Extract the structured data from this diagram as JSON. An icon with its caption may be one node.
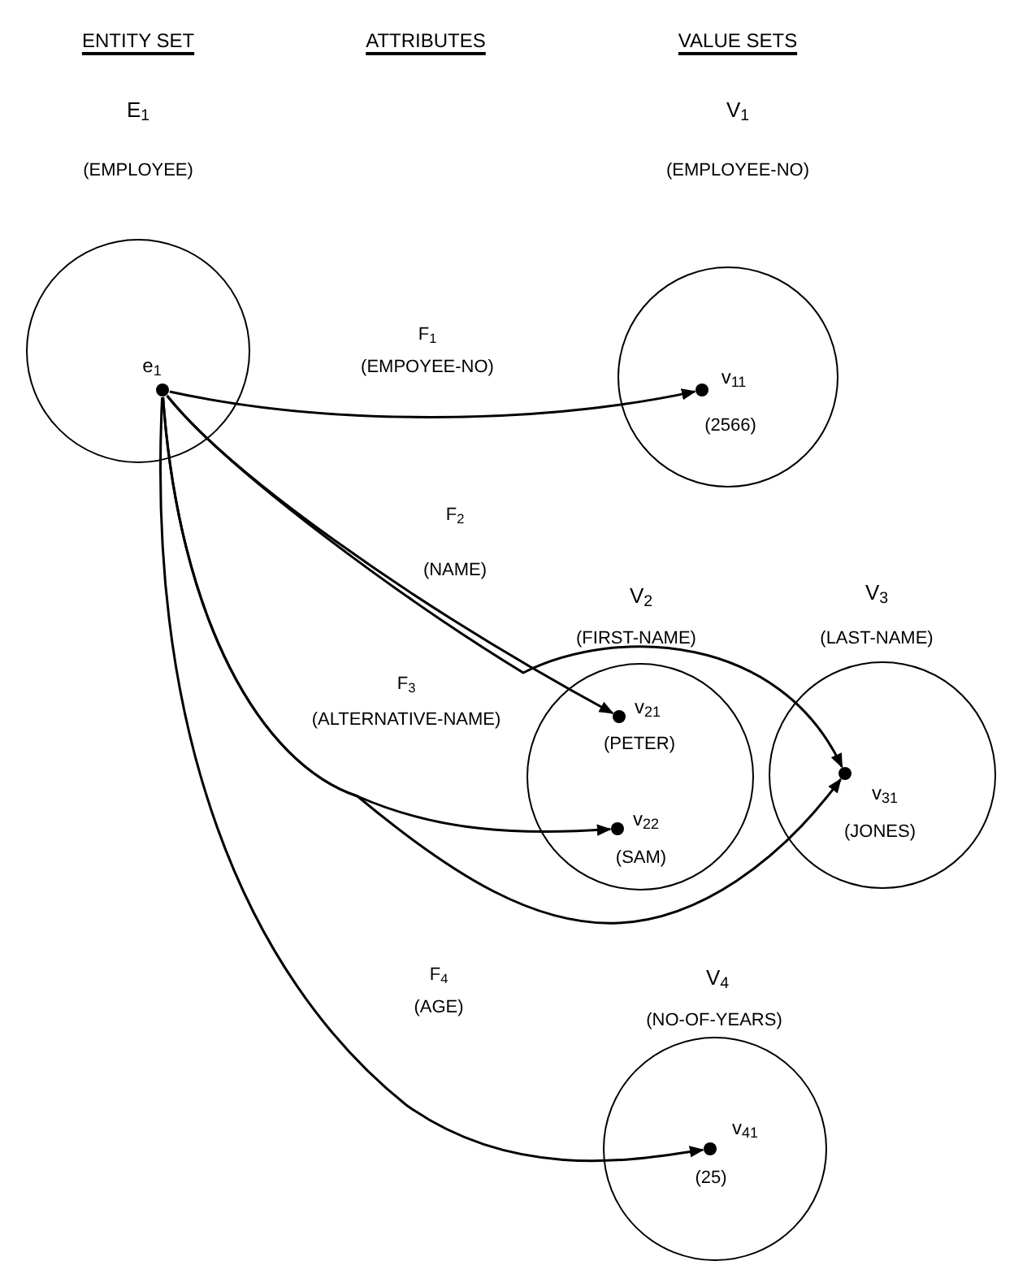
{
  "diagram": {
    "nodes": [
      {
        "text": [],
        "shape": "circle"
      },
      {
        "text": [],
        "shape": "circle"
      },
      {
        "text": [
          "V$_{2}$",
          "(FIRST-NAME)"
        ]
      },
      {
        "text": [
          "V$_{3}$",
          "(LAST-NAME)"
        ]
      },
      {
        "text": [
          "V$_{4}$",
          "(NO-OF-YEARS)"
        ]
      },
      {
        "text": [
          "e$_{1}$"
        ],
        "in": 0
      },
      {
        "text": [
          "v$_{11}$",
          "(2566)"
        ],
        "in": 1
      },
      {
        "text": [
          "v$_{21}$",
          "(PETER)"
        ],
        "in": 2
      },
      {
        "text": [
          "v$_{22}$",
          "(SAM)"
        ],
        "in": 2
      },
      {
        "text": [
          "v$_{31}$",
          "(JONES)"
        ],
        "in": 3
      },
      {
        "text": [
          "v$_{41}$",
          "(25)"
        ],
        "in": 4
      }
    ],
    "edges": [
      {
        "from": 5,
        "to": 6,
        "arrow": "to",
        "label": "F$_{1}$ (EMPOYEE-NO)"
      },
      {
        "from": 5,
        "to": 7,
        "arrow": "to",
        "label": "F$_{2}$ (NAME)"
      },
      {
        "from": 5,
        "to": 9,
        "arrow": "to"
      },
      {
        "from": 5,
        "to": 8,
        "arrow": "to",
        "label": "F$_{3}$ (ALTERNATIVE-NAME)"
      },
      {
        "from": 5,
        "to": 9,
        "arrow": "to"
      },
      {
        "from": 5,
        "to": 10,
        "arrow": "to",
        "label": "F$_{4}$ (AGE)"
      }
    ],
    "labels": [
      "ENTITY SET",
      "ATTRIBUTES",
      "VALUE SETS",
      "E$_{1}$",
      "V$_{1}$",
      "(EMPLOYEE)",
      "(EMPLOYEE-NO)"
    ]
  }
}
